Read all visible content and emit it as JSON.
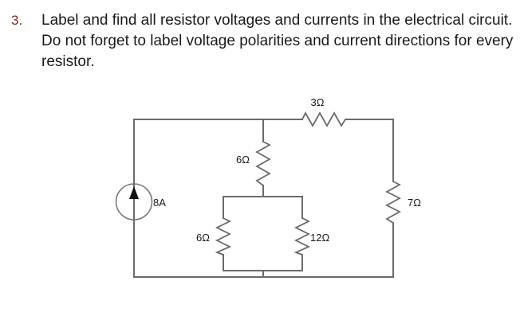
{
  "question": {
    "number": "3.",
    "number_color": "#8e2020",
    "text": "Label and find all resistor voltages and currents in the electrical circuit. Do not forget to label voltage polarities and current directions for every resistor."
  },
  "circuit": {
    "title": "electrical-circuit-diagram",
    "wire_color": "#6b6b6b",
    "label_color": "#1a1a1a",
    "source": {
      "type": "current-source",
      "label": "8A",
      "direction": "up"
    },
    "resistors": [
      {
        "id": "r-3ohm",
        "label": "3Ω",
        "orientation": "horizontal",
        "position": "top-branch"
      },
      {
        "id": "r-6ohm-mid",
        "label": "6Ω",
        "orientation": "vertical",
        "position": "middle-branch"
      },
      {
        "id": "r-7ohm",
        "label": "7Ω",
        "orientation": "vertical",
        "position": "right-branch"
      },
      {
        "id": "r-6ohm-bottom",
        "label": "6Ω",
        "orientation": "vertical",
        "position": "bottom-left-parallel"
      },
      {
        "id": "r-12ohm",
        "label": "12Ω",
        "orientation": "vertical",
        "position": "bottom-right-parallel"
      }
    ]
  }
}
